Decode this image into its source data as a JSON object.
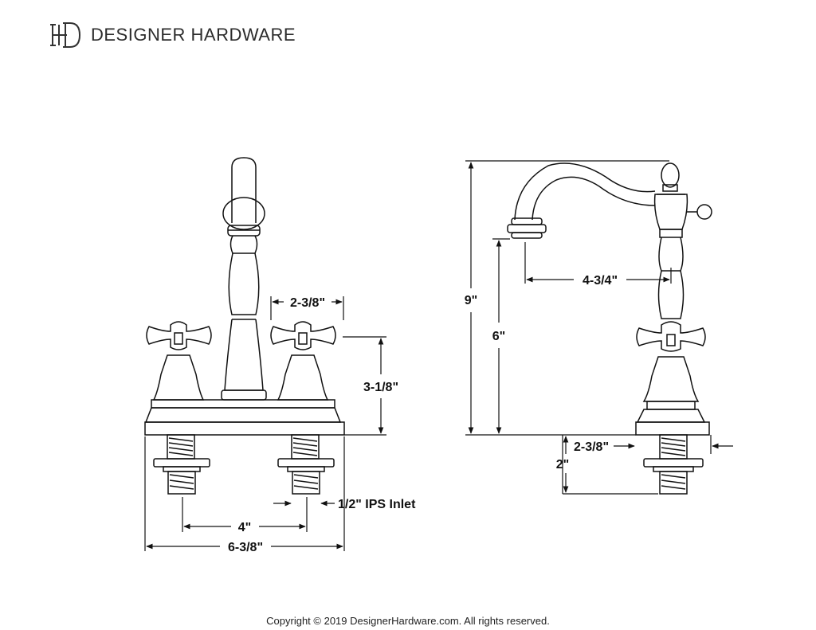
{
  "brand": {
    "name": "DESIGNER HARDWARE",
    "logo_icon": "hd-monogram-logo"
  },
  "dimensions": {
    "handle_spread": "2-3/8\"",
    "handle_height": "3-1/8\"",
    "center_spacing": "4\"",
    "overall_width": "6-3/8\"",
    "inlet": "1/2\" IPS Inlet",
    "total_height": "9\"",
    "spout_height": "6\"",
    "spout_reach": "4-3/4\"",
    "base_depth": "2-3/8\"",
    "shank_length": "2\""
  },
  "footer": {
    "copyright": "Copyright © 2019 DesignerHardware.com. All rights reserved."
  }
}
